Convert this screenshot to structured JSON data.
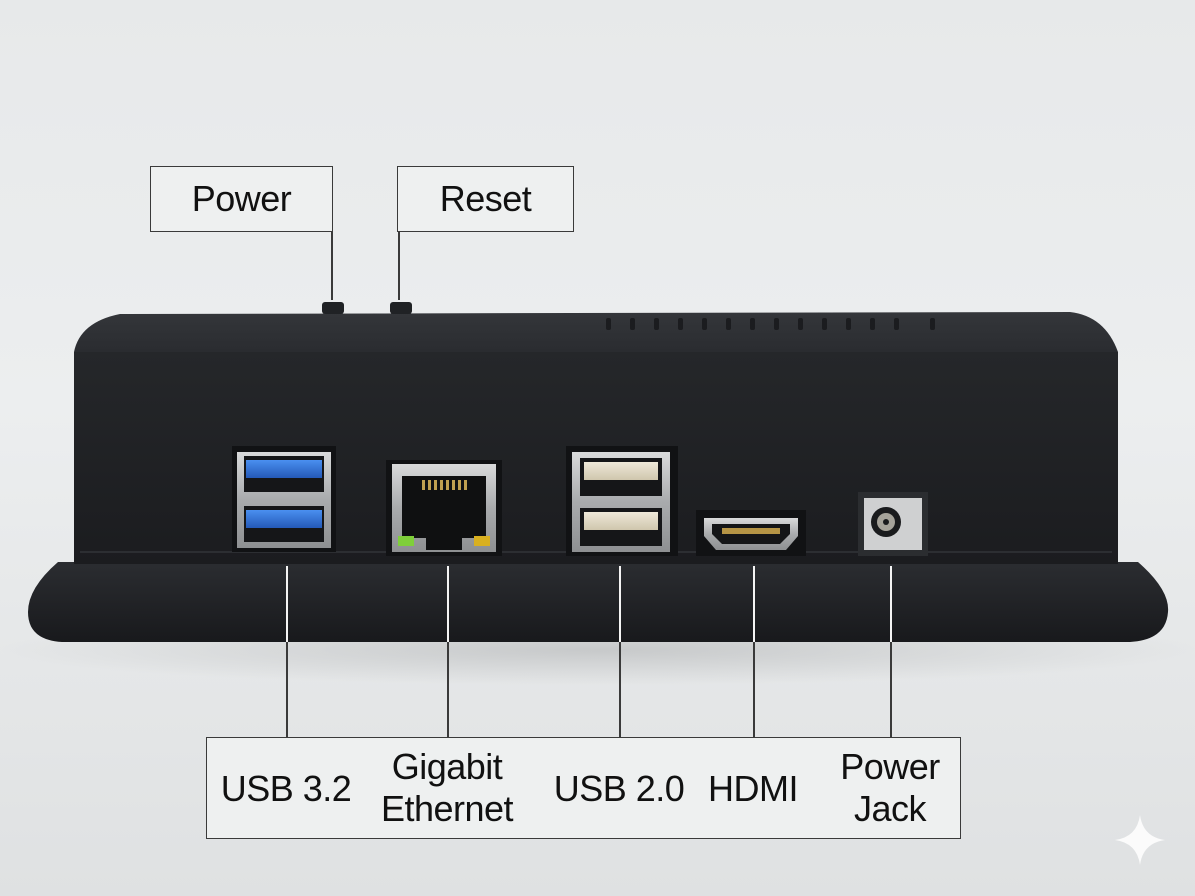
{
  "top_labels": {
    "power_button": "Power",
    "reset_button": "Reset"
  },
  "port_labels": {
    "usb32": "USB 3.2",
    "ethernet_line1": "Gigabit",
    "ethernet_line2": "Ethernet",
    "usb20": "USB 2.0",
    "hdmi": "HDMI",
    "power_jack_line1": "Power",
    "power_jack_line2": "Jack"
  },
  "colors": {
    "case": "#1d1f22",
    "usb32_accent": "#2f6fd6",
    "background": "#e7e9ea"
  },
  "watermark_icon": "sparkle-icon"
}
